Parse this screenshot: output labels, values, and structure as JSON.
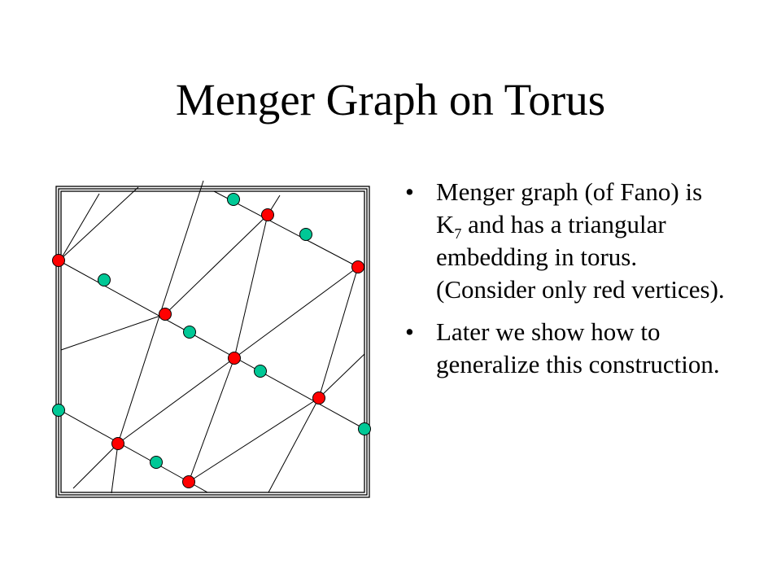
{
  "title": "Menger Graph on Torus",
  "bullets": [
    {
      "marker": "•",
      "text_before_sub": "Menger graph (of Fano) is K",
      "sub": "7",
      "text_after_sub": " and has a triangular embedding in torus. (Consider only red vertices)."
    },
    {
      "marker": "•",
      "text_before_sub": "Later we show how to generalize this construction.",
      "sub": "",
      "text_after_sub": ""
    }
  ],
  "colors": {
    "red_vertex": "#ff0000",
    "green_vertex": "#00c896",
    "edge": "#000000",
    "background": "#ffffff"
  }
}
